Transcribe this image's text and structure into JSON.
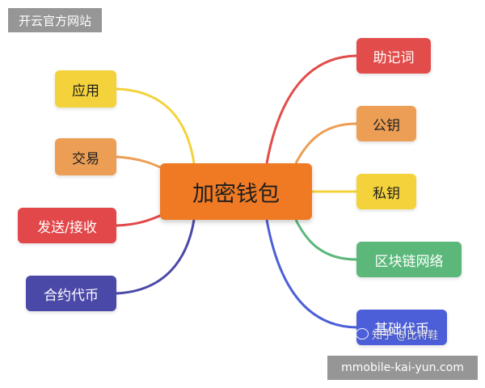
{
  "watermarks": {
    "top": "开云官方网站",
    "bottom": "mmobile-kai-yun.com",
    "source": "知乎 @比特鞋"
  },
  "center": {
    "label": "加密钱包",
    "color": "#ef7a23"
  },
  "left_branches": [
    {
      "label": "应用",
      "color": "#f4d23c"
    },
    {
      "label": "交易",
      "color": "#ec9e55"
    },
    {
      "label": "发送/接收",
      "color": "#e2474a"
    },
    {
      "label": "合约代币",
      "color": "#4b49a8"
    }
  ],
  "right_branches": [
    {
      "label": "助记词",
      "color": "#e24c4a"
    },
    {
      "label": "公钥",
      "color": "#ec9e55"
    },
    {
      "label": "私钥",
      "color": "#f4d23c"
    },
    {
      "label": "区块链网络",
      "color": "#5bb87a"
    },
    {
      "label": "基础代币",
      "color": "#4c5fd8"
    }
  ]
}
